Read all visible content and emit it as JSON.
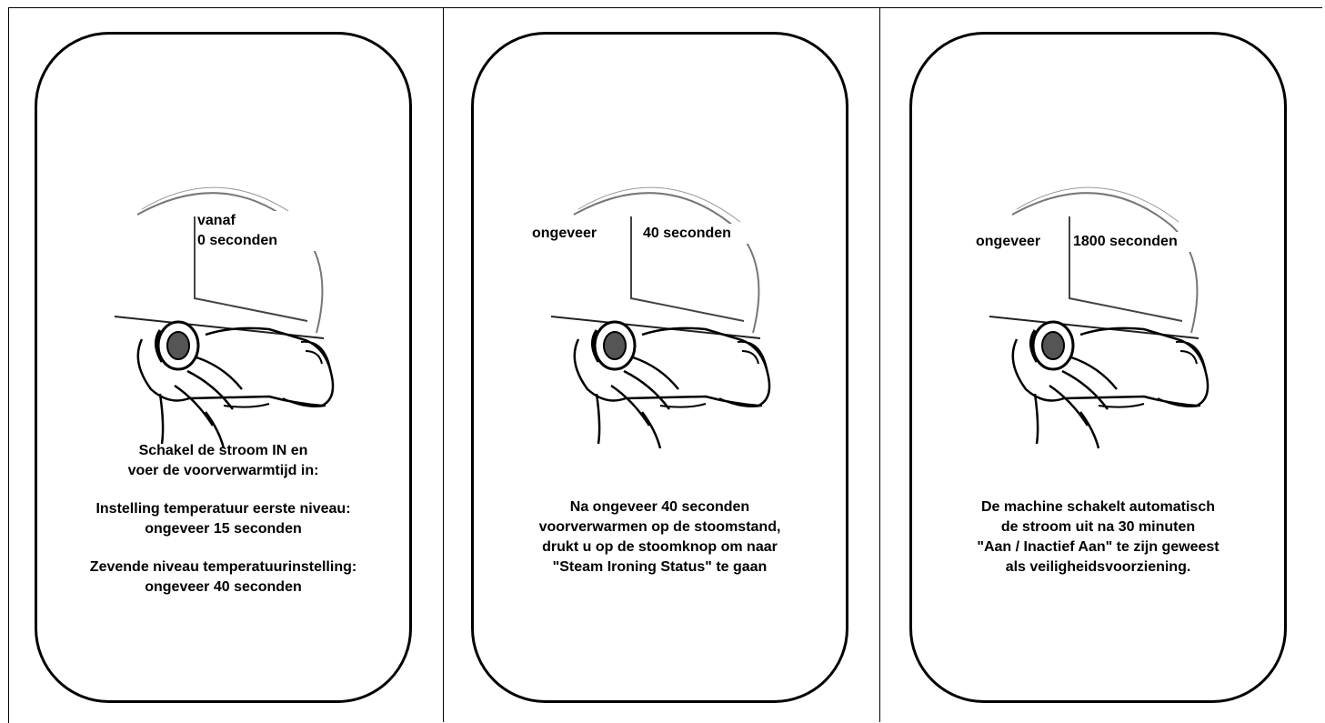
{
  "panels": [
    {
      "labels": [
        "vanaf",
        "0 seconden"
      ],
      "caption": [
        "Schakel de stroom IN en",
        "voer de voorverwarmtijd in:",
        "",
        "Instelling temperatuur eerste niveau:",
        "ongeveer 15 seconden",
        "",
        "Zevende niveau temperatuurinstelling:",
        "ongeveer 40 seconden"
      ]
    },
    {
      "labels": [
        "ongeveer",
        "40 seconden"
      ],
      "caption": [
        "Na ongeveer 40 seconden",
        "voorverwarmen op de stoomstand,",
        "drukt u op de stoomknop om naar",
        "\"Steam Ironing Status\" te gaan"
      ]
    },
    {
      "labels": [
        "ongeveer",
        "1800 seconden"
      ],
      "caption": [
        "De machine schakelt automatisch",
        "de stroom uit na 30 minuten",
        "\"Aan / Inactief Aan\" te zijn geweest",
        "als veiligheidsvoorziening."
      ]
    }
  ]
}
